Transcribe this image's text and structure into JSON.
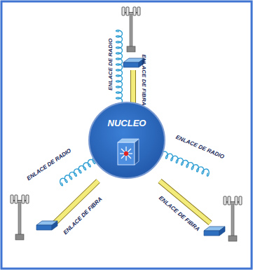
{
  "diagram": {
    "nodes": [
      {
        "text": [
          "NUCLEO"
        ]
      }
    ],
    "labels": [
      "ENLACE DE RADIO",
      "ENLACE DE FIBRA",
      "ENLACE DE RADIO",
      "ENLACE DE FIBRA",
      "ENLACE DE RADIO",
      "ENLACE DE FIBRA"
    ]
  }
}
